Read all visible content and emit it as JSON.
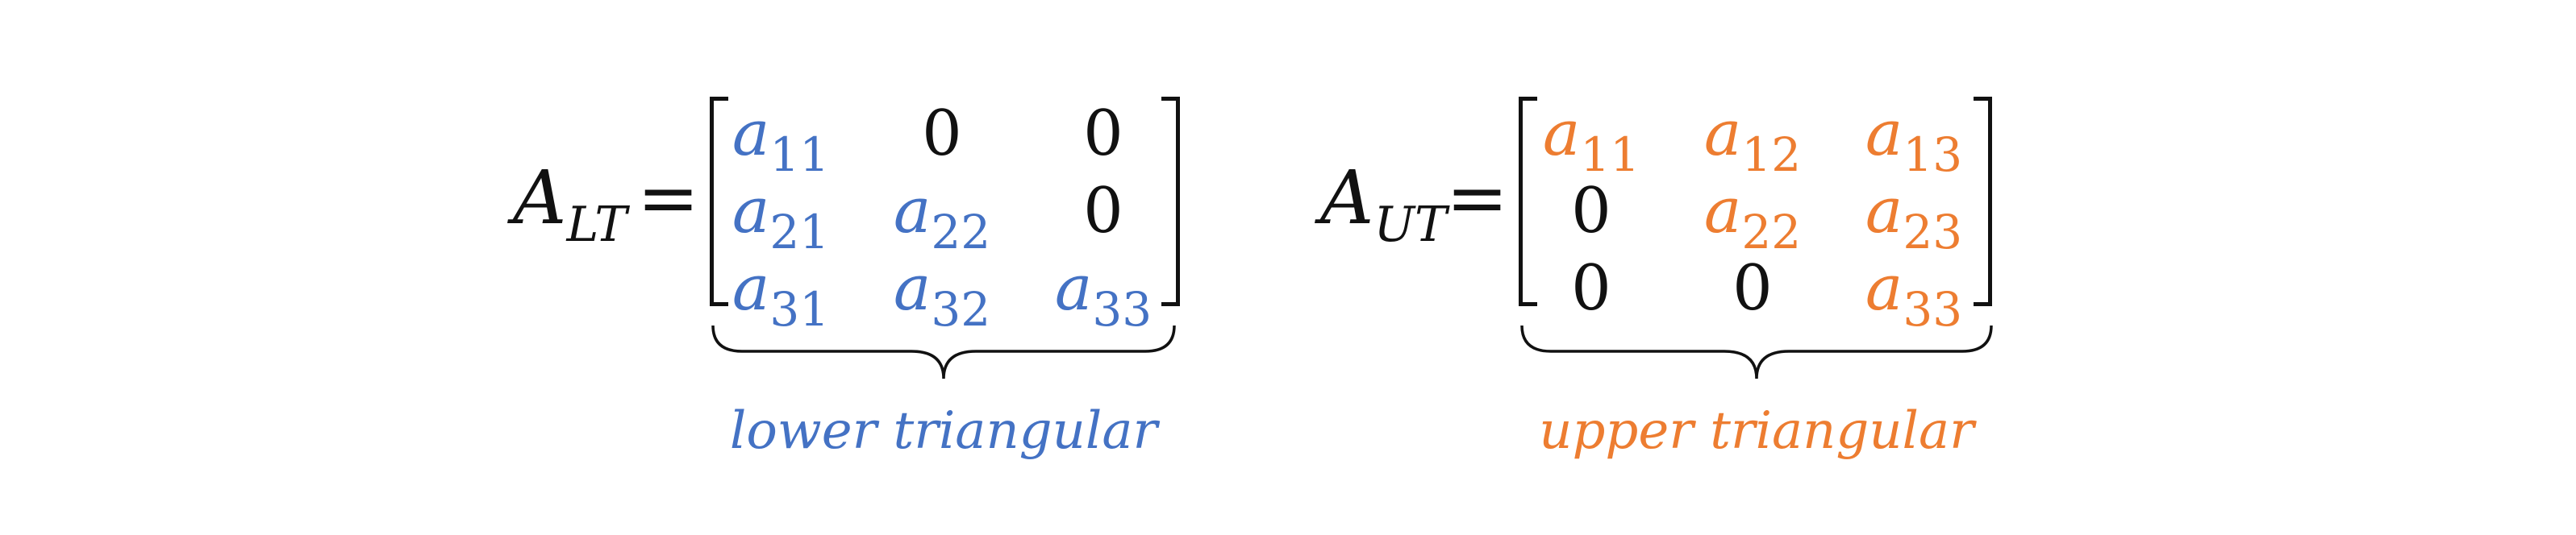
{
  "colors": {
    "lower": "#4472C4",
    "upper": "#ED7D31",
    "text": "#111111"
  },
  "matrices": [
    {
      "id": "lt",
      "name": "A",
      "subscript": "LT",
      "equals": "=",
      "accent": "lower",
      "cells": [
        [
          {
            "v": "a",
            "s": "11"
          },
          {
            "v": "0"
          },
          {
            "v": "0"
          }
        ],
        [
          {
            "v": "a",
            "s": "21"
          },
          {
            "v": "a",
            "s": "22"
          },
          {
            "v": "0"
          }
        ],
        [
          {
            "v": "a",
            "s": "31"
          },
          {
            "v": "a",
            "s": "32"
          },
          {
            "v": "a",
            "s": "33"
          }
        ]
      ],
      "caption": "lower triangular"
    },
    {
      "id": "ut",
      "name": "A",
      "subscript": "UT",
      "equals": "=",
      "accent": "upper",
      "cells": [
        [
          {
            "v": "a",
            "s": "11"
          },
          {
            "v": "a",
            "s": "12"
          },
          {
            "v": "a",
            "s": "13"
          }
        ],
        [
          {
            "v": "0"
          },
          {
            "v": "a",
            "s": "22"
          },
          {
            "v": "a",
            "s": "23"
          }
        ],
        [
          {
            "v": "0"
          },
          {
            "v": "0"
          },
          {
            "v": "a",
            "s": "33"
          }
        ]
      ],
      "caption": "upper triangular"
    }
  ]
}
